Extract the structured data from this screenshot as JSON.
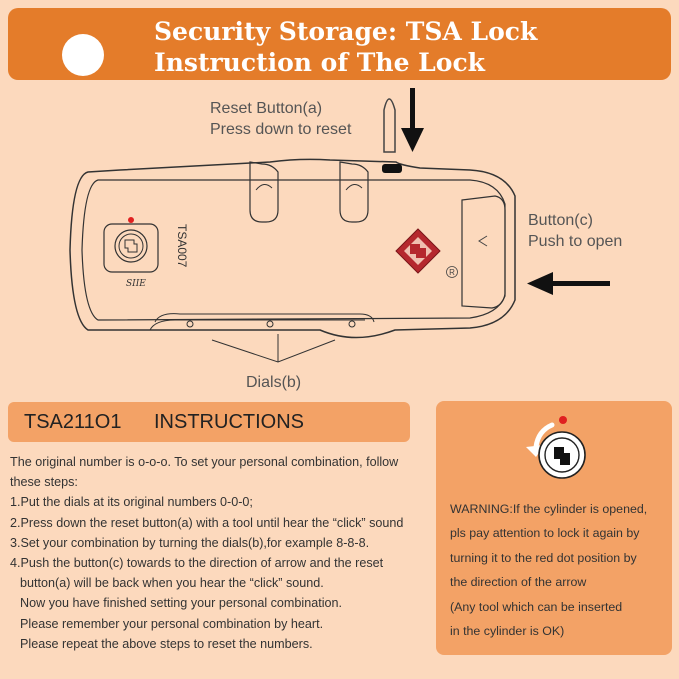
{
  "header": {
    "title_line1": "Security Storage: TSA Lock",
    "title_line2": "Instruction of The Lock"
  },
  "diagram": {
    "reset_label_line1": "Reset Button(a)",
    "reset_label_line2": "Press down to reset",
    "button_c_line1": "Button(c)",
    "button_c_line2": "Push to open",
    "dials_label": "Dials(b)",
    "model_label": "TSA007",
    "brand_mark": "SIIE",
    "registered_mark": "R"
  },
  "instructions_header": {
    "code": "TSA211O1",
    "title": "INSTRUCTIONS"
  },
  "instructions": {
    "intro_line1": "The original number is o-o-o. To set your personal combination, follow",
    "intro_line2": "these steps:",
    "step1": "1.Put the dials at its original numbers 0-0-0;",
    "step2": "2.Press down the reset button(a) with a tool until hear the “click” sound",
    "step3": "3.Set your combination by turning the dials(b),for example 8-8-8.",
    "step4_line1": "4.Push the button(c) towards to the direction of arrow and the reset",
    "step4_line2": "button(a) will be back when you hear the “click” sound.",
    "step4_line3": "Now you have finished setting your personal combination.",
    "step4_line4": "Please remember your personal combination by heart.",
    "step4_line5": "Please repeat the above steps to reset the numbers."
  },
  "warning": {
    "line1": "WARNING:If the cylinder is opened,",
    "line2": "pls pay attention to lock it again by",
    "line3": "turning it to the red dot position by",
    "line4": "the direction of the arrow",
    "line5": "(Any tool which can be inserted",
    "line6": "in the cylinder is OK)"
  },
  "colors": {
    "background": "#fcd9bd",
    "header_orange": "#e47c2a",
    "panel_orange": "#f3a266",
    "tsa_red": "#b5282e",
    "red_dot": "#e02020"
  }
}
